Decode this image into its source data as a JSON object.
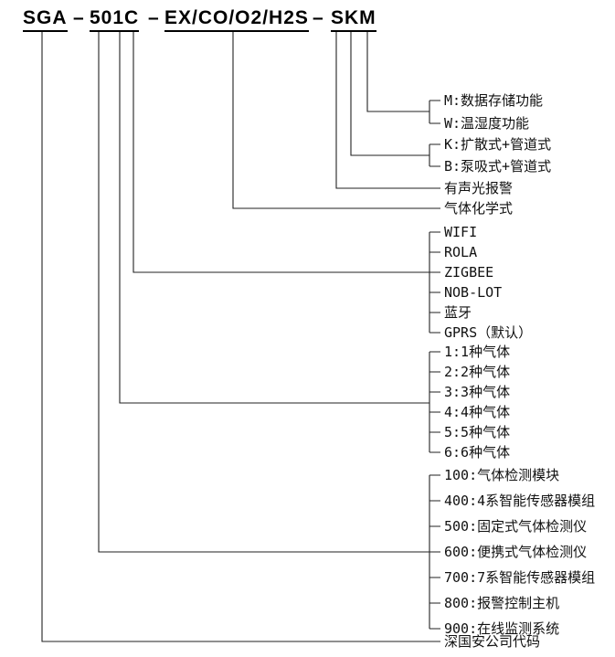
{
  "model_title": {
    "segments": [
      "SGA",
      "501C",
      "EX/CO/O2/H2S",
      "SKM"
    ],
    "separator": "–"
  },
  "labels": {
    "storage_function": [
      "M:数据存储功能",
      "W:温湿度功能"
    ],
    "sampling_method": [
      "K:扩散式+管道式",
      "B:泵吸式+管道式"
    ],
    "alarm": "有声光报警",
    "gas_chemical": "气体化学式",
    "communication": [
      "WIFI",
      "ROLA",
      "ZIGBEE",
      "NOB-LOT",
      "蓝牙",
      "GPRS（默认）"
    ],
    "gas_count": [
      "1:1种气体",
      "2:2种气体",
      "3:3种气体",
      "4:4种气体",
      "5:5种气体",
      "6:6种气体"
    ],
    "product_series": [
      "100:气体检测模块",
      "400:4系智能传感器模组",
      "500:固定式气体检测仪",
      "600:便携式气体检测仪",
      "700:7系智能传感器模组",
      "800:报警控制主机",
      "900:在线监测系统"
    ],
    "company_code": "深国安公司代码"
  },
  "colors": {
    "line": "#222222",
    "text": "#111111"
  }
}
